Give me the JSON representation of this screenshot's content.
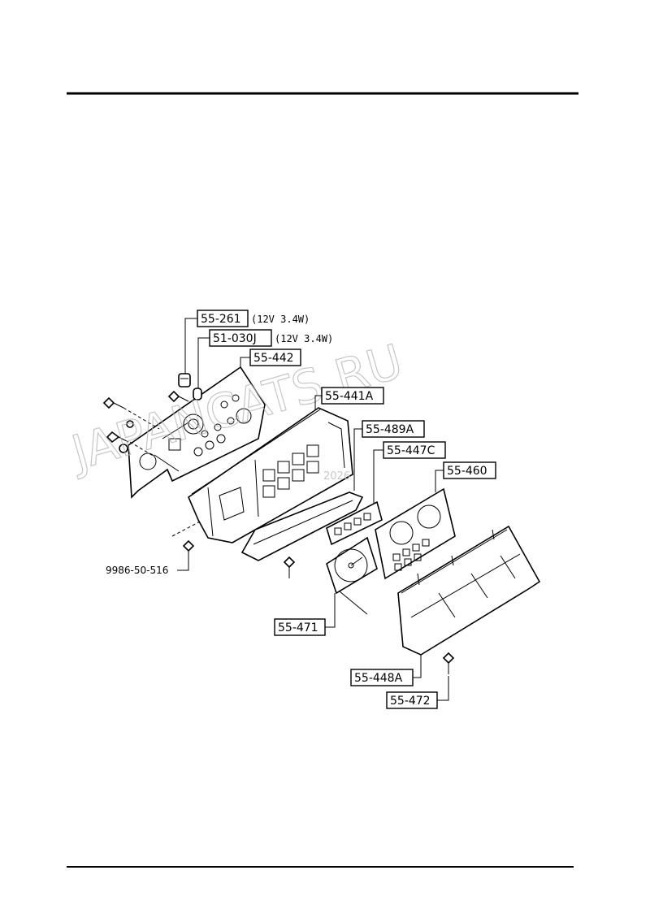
{
  "watermark": {
    "text": "JAPANCATS.RU",
    "year": "2026"
  },
  "parts": [
    {
      "code": "55-261",
      "spec": "(12V 3.4W)",
      "boxed": true
    },
    {
      "code": "51-030J",
      "spec": "(12V 3.4W)",
      "boxed": true
    },
    {
      "code": "55-442",
      "boxed": true
    },
    {
      "code": "55-441A",
      "boxed": true
    },
    {
      "code": "55-489A",
      "boxed": true
    },
    {
      "code": "55-447C",
      "boxed": true
    },
    {
      "code": "55-460",
      "boxed": true
    },
    {
      "code": "9986-50-516",
      "boxed": false
    },
    {
      "code": "55-471",
      "boxed": true
    },
    {
      "code": "55-448A",
      "boxed": true
    },
    {
      "code": "55-472",
      "boxed": true
    }
  ]
}
